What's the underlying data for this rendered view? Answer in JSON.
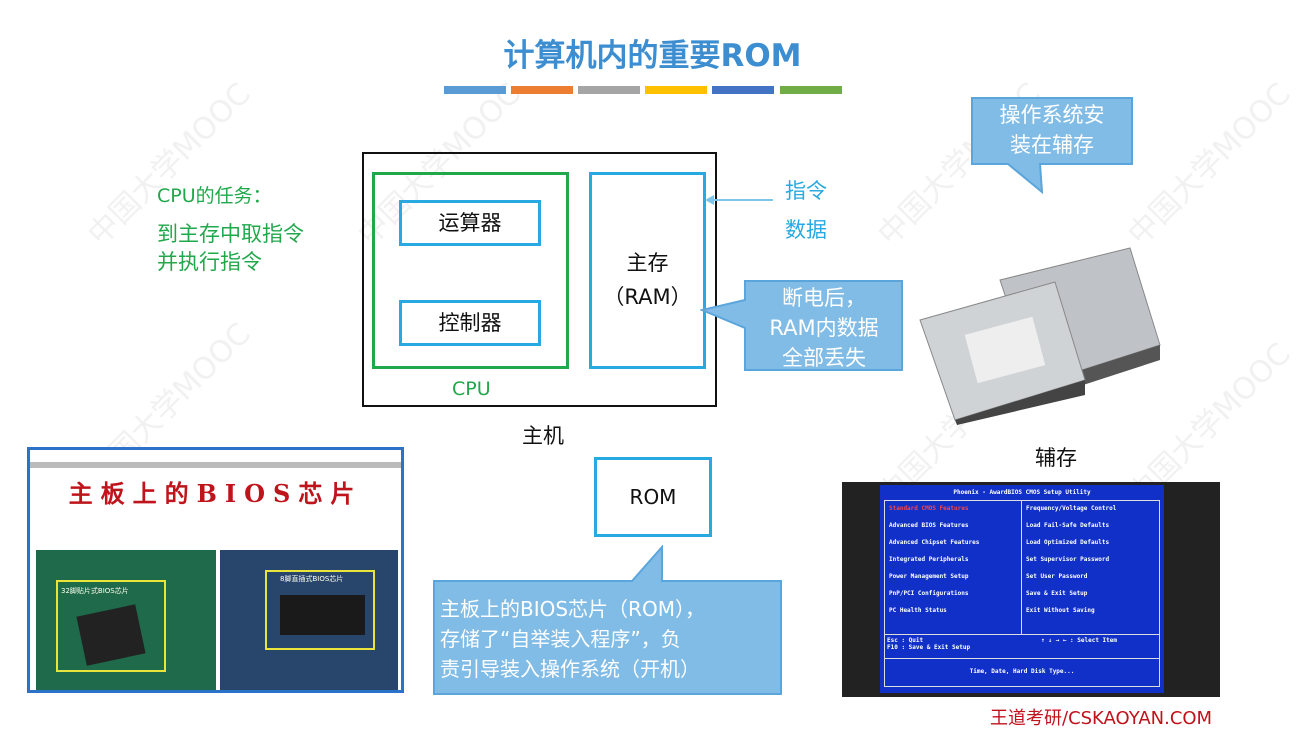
{
  "title": "计算机内的重要ROM",
  "title_bar_colors": [
    "#5b9bd5",
    "#ed7d31",
    "#a5a5a5",
    "#ffc000",
    "#4472c4",
    "#70ad47"
  ],
  "cpu_task": {
    "heading": "CPU的任务：",
    "line1": "到主存中取指令",
    "line2": "并执行指令"
  },
  "host": {
    "label": "主机",
    "cpu_label": "CPU",
    "alu": "运算器",
    "control": "控制器",
    "memory_line1": "主存",
    "memory_line2": "（RAM）"
  },
  "mem_contents": {
    "instr": "指令",
    "data": "数据"
  },
  "ram_callout": {
    "line1": "断电后，",
    "line2": "RAM内数据",
    "line3": "全部丢失"
  },
  "os_callout": {
    "line1": "操作系统安",
    "line2": "装在辅存"
  },
  "disk_label": "辅存",
  "rom_label": "ROM",
  "bios_callout": {
    "line1": "主板上的BIOS芯片（ROM），",
    "line2": "存储了“自举装入程序”，负",
    "line3": "责引导装入操作系统（开机）"
  },
  "bios_photo": {
    "title": "主板上的BIOS芯片",
    "left_tag": "32脚贴片式BIOS芯片",
    "right_tag": "8脚直插式BIOS芯片"
  },
  "bios_screen": {
    "header": "Phoenix - AwardBIOS CMOS Setup Utility",
    "left": [
      "Standard CMOS Features",
      "Advanced BIOS Features",
      "Advanced Chipset Features",
      "Integrated Peripherals",
      "Power Management Setup",
      "PnP/PCI Configurations",
      "PC Health Status"
    ],
    "right": [
      "Frequency/Voltage Control",
      "Load Fail-Safe Defaults",
      "Load Optimized Defaults",
      "Set Supervisor Password",
      "Set User Password",
      "Save & Exit Setup",
      "Exit Without Saving"
    ],
    "esc": "Esc : Quit",
    "f10": "F10 : Save & Exit Setup",
    "select": "↑ ↓ → ←  : Select Item",
    "footer": "Time, Date, Hard Disk Type..."
  },
  "watermark": "中国大学MOOC",
  "footer_brand": "王道考研/CSKAOYAN.COM"
}
